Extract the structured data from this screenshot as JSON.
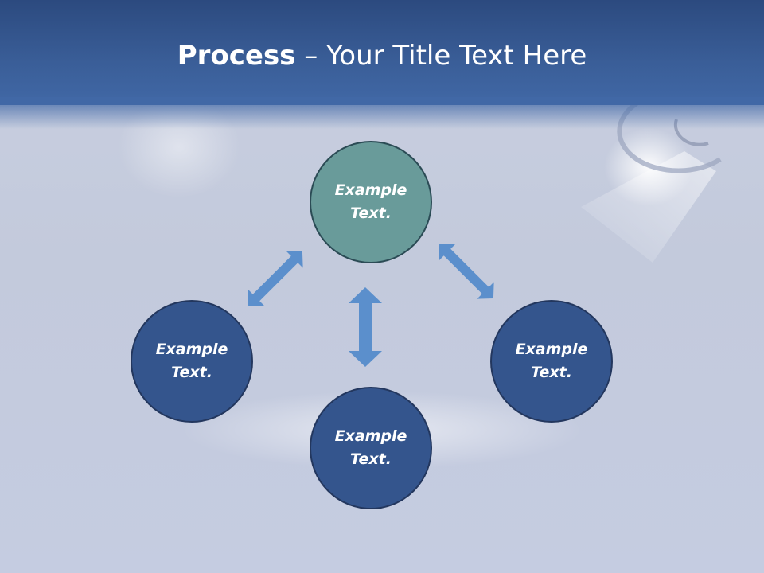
{
  "title": {
    "bold": "Process",
    "rest": " – Your Title Text Here"
  },
  "nodes": {
    "top": {
      "label": "Example Text."
    },
    "left": {
      "label": "Example Text."
    },
    "right": {
      "label": "Example Text."
    },
    "bottom": {
      "label": "Example Text."
    }
  },
  "colors": {
    "header": "#3a5e98",
    "node_blue": "#34558d",
    "node_teal": "#699b9a",
    "arrow": "#5b8fcc"
  }
}
